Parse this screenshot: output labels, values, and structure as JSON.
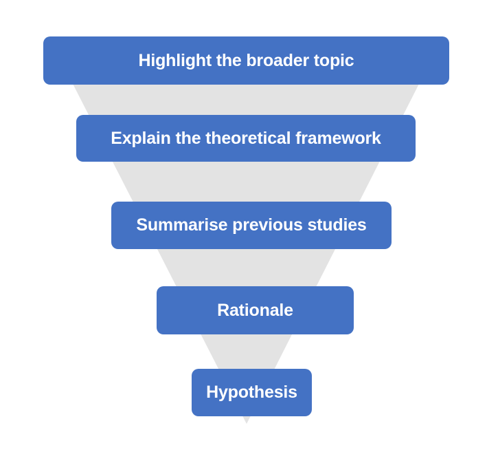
{
  "diagram": {
    "type": "funnel",
    "orientation": "wide-to-narrow",
    "steps": [
      {
        "label": "Highlight the broader topic"
      },
      {
        "label": "Explain the theoretical framework"
      },
      {
        "label": "Summarise previous studies"
      },
      {
        "label": "Rationale"
      },
      {
        "label": "Hypothesis"
      }
    ],
    "colors": {
      "bar": "#4472c4",
      "funnel": "#e3e3e3",
      "label_text": "#ffffff",
      "background": "#ffffff"
    }
  }
}
